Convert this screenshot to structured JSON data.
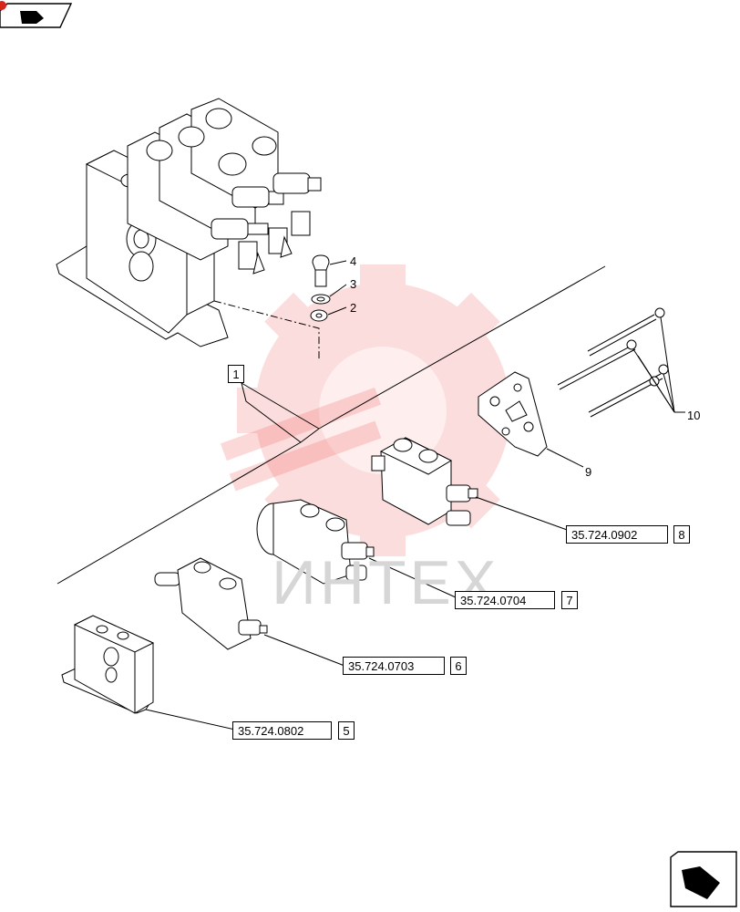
{
  "watermark": {
    "text": "ИНТЕХ",
    "color": "#f26a6a"
  },
  "nav": {
    "top_icon": "prev-page-arrow-icon",
    "bottom_icon": "next-page-arrow-icon"
  },
  "callouts": {
    "c1": "1",
    "c2": "2",
    "c3": "3",
    "c4": "4",
    "c9": "9",
    "c10": "10"
  },
  "references": [
    {
      "code": "35.724.0902",
      "item": "8"
    },
    {
      "code": "35.724.0704",
      "item": "7"
    },
    {
      "code": "35.724.0703",
      "item": "6"
    },
    {
      "code": "35.724.0802",
      "item": "5"
    }
  ]
}
